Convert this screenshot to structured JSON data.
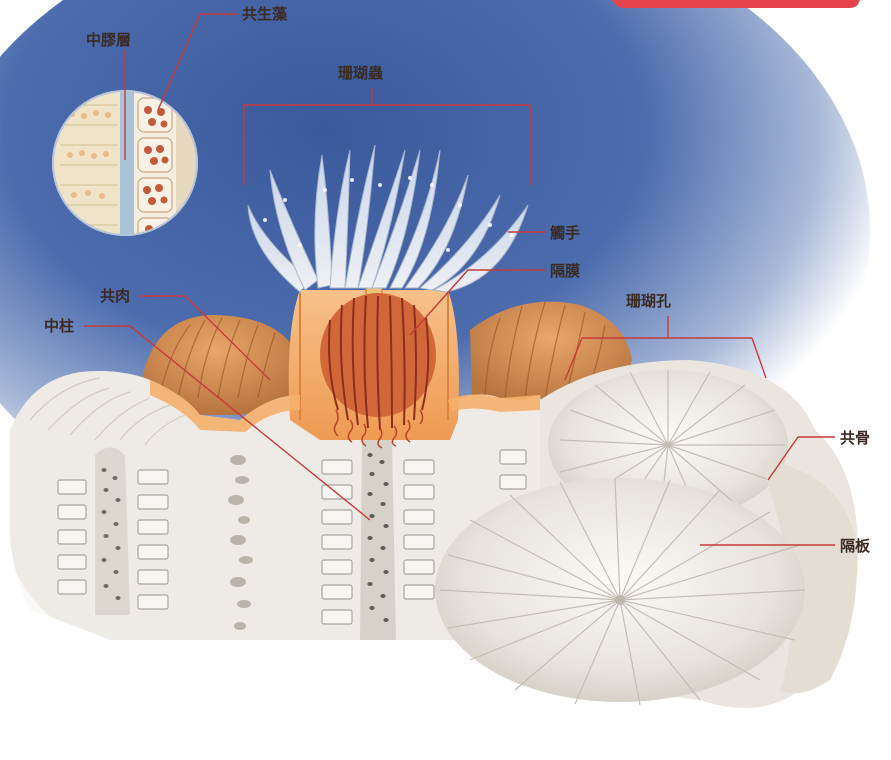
{
  "labels": {
    "mesoglea": "中膠層",
    "zooxanthellae": "共生藻",
    "polyp": "珊瑚蟲",
    "tentacle": "觸手",
    "mesentery": "隔膜",
    "coenosarc": "共肉",
    "columella": "中柱",
    "corallite": "珊瑚孔",
    "coenosteum": "共骨",
    "septum": "隔板"
  },
  "colors": {
    "leader": "#c8393b",
    "sea_blue": "#3f5fa0",
    "tissue_orange": "#f1a25c",
    "mesentery_red": "#c85530",
    "skeleton_white": "#e9e6e0",
    "top_tab": "#e3424a"
  }
}
